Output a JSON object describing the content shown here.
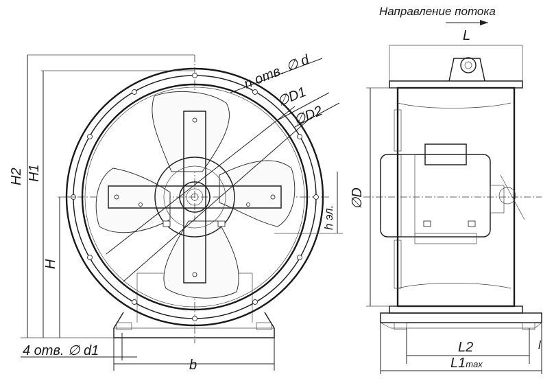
{
  "labels": {
    "flow_direction": "Направление потока",
    "L": "L",
    "holes_d": "n отв.",
    "d": "d",
    "D1": "D1",
    "D2": "D2",
    "D": "D",
    "H2": "H2",
    "H1": "H1",
    "H": "H",
    "h_el": "h эл.",
    "holes_d1": "4 отв.",
    "d1": "d1",
    "b": "b",
    "L2": "L2",
    "L1": "L1",
    "max": "max",
    "l": "l"
  },
  "symbols": {
    "diameter": "∅"
  }
}
